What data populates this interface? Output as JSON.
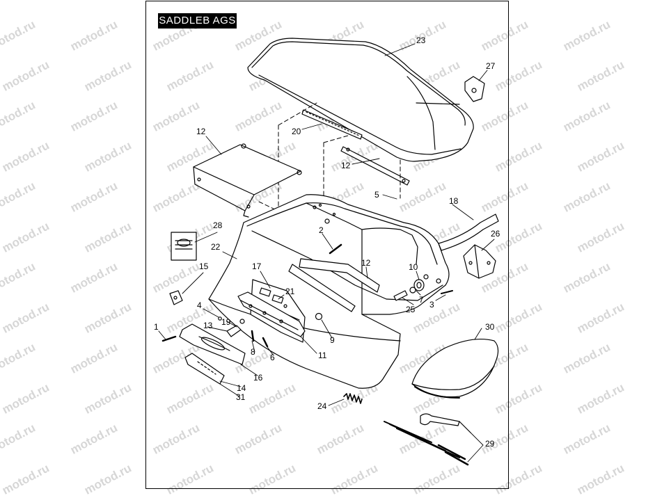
{
  "diagram": {
    "title": "SADDLEB AGS",
    "watermark_text": "motod.ru",
    "callouts": [
      {
        "label": "1"
      },
      {
        "label": "2"
      },
      {
        "label": "3"
      },
      {
        "label": "4"
      },
      {
        "label": "5"
      },
      {
        "label": "6"
      },
      {
        "label": "7"
      },
      {
        "label": "8"
      },
      {
        "label": "9"
      },
      {
        "label": "10"
      },
      {
        "label": "11"
      },
      {
        "label": "12"
      },
      {
        "label": "12"
      },
      {
        "label": "12"
      },
      {
        "label": "13"
      },
      {
        "label": "14"
      },
      {
        "label": "15"
      },
      {
        "label": "16"
      },
      {
        "label": "17"
      },
      {
        "label": "18"
      },
      {
        "label": "19"
      },
      {
        "label": "20"
      },
      {
        "label": "21"
      },
      {
        "label": "22"
      },
      {
        "label": "23"
      },
      {
        "label": "24"
      },
      {
        "label": "25"
      },
      {
        "label": "26"
      },
      {
        "label": "27"
      },
      {
        "label": "28"
      },
      {
        "label": "29"
      },
      {
        "label": "30"
      },
      {
        "label": "31"
      }
    ]
  }
}
